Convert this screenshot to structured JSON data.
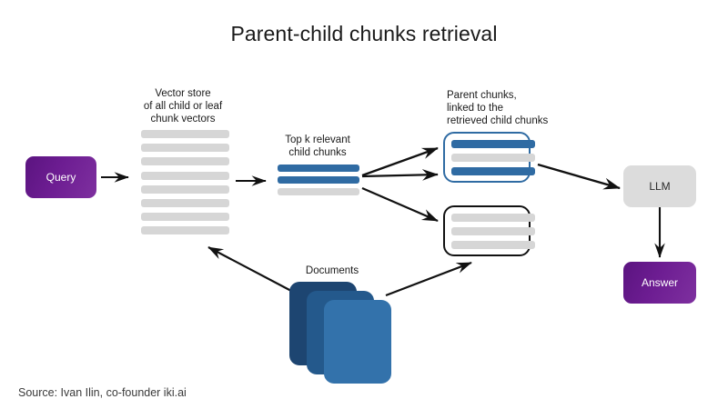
{
  "page": {
    "title": "Parent-child chunks retrieval",
    "source": "Source: Ivan Ilin, co-founder iki.ai",
    "background": "#ffffff"
  },
  "colors": {
    "purple_dark": "#5b1480",
    "purple_light": "#7e309f",
    "blue": "#2f6ba3",
    "gray_bar": "#d6d6d6",
    "gray_node": "#dcdcdc",
    "doc_back": "#1d4571",
    "doc_mid": "#24598c",
    "doc_front": "#3372ab",
    "arrow": "#111111",
    "text": "#1a1a1a"
  },
  "nodes": {
    "query": {
      "label": "Query"
    },
    "llm": {
      "label": "LLM"
    },
    "answer": {
      "label": "Answer"
    }
  },
  "labels": {
    "vector_store": "Vector store\nof all child or leaf\nchunk vectors",
    "top_k": "Top k relevant\nchild chunks",
    "parent_chunks": "Parent chunks,\nlinked to the\nretrieved child chunks",
    "documents": "Documents"
  },
  "vector_store": {
    "bar_count": 8,
    "bars": [
      "gray",
      "gray",
      "gray",
      "gray",
      "gray",
      "gray",
      "gray",
      "gray"
    ]
  },
  "top_k_chunks": {
    "bars": [
      "blue",
      "blue",
      "gray"
    ]
  },
  "parent_chunk_boxes": [
    {
      "border": "blue",
      "bars": [
        "blue",
        "gray",
        "blue"
      ]
    },
    {
      "border": "black",
      "bars": [
        "gray",
        "gray",
        "gray"
      ]
    }
  ],
  "documents": {
    "card_count": 3,
    "shades": [
      "#1d4571",
      "#24598c",
      "#3372ab"
    ]
  },
  "arrows": [
    {
      "name": "query-to-vector-store",
      "from": "query",
      "to": "vector-store"
    },
    {
      "name": "vector-store-to-top-k",
      "from": "vector-store",
      "to": "top-k-chunks"
    },
    {
      "name": "top-k-to-parent-chunk-1a",
      "from": "top-k-chunks",
      "to": "parent-chunk-box-1"
    },
    {
      "name": "top-k-to-parent-chunk-1b",
      "from": "top-k-chunks",
      "to": "parent-chunk-box-1"
    },
    {
      "name": "top-k-to-parent-chunk-2",
      "from": "top-k-chunks",
      "to": "parent-chunk-box-2"
    },
    {
      "name": "parent-chunk-to-llm",
      "from": "parent-chunk-box-1",
      "to": "llm"
    },
    {
      "name": "llm-to-answer",
      "from": "llm",
      "to": "answer"
    },
    {
      "name": "documents-to-vector-store",
      "from": "documents",
      "to": "vector-store"
    },
    {
      "name": "documents-to-parent-chunk-2",
      "from": "documents",
      "to": "parent-chunk-box-2"
    }
  ]
}
